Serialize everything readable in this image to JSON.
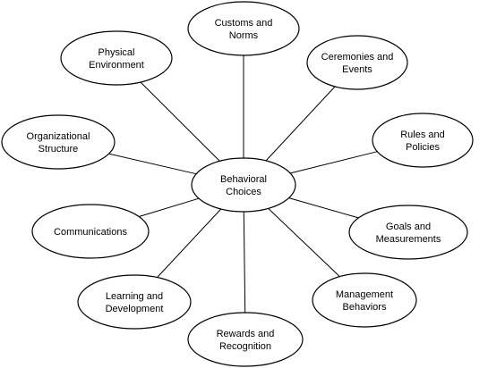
{
  "diagram": {
    "center": {
      "lines": [
        "Behavioral",
        "Choices"
      ]
    },
    "nodes": [
      {
        "id": "customs-and-norms",
        "lines": [
          "Customs and",
          "Norms"
        ]
      },
      {
        "id": "ceremonies-and-events",
        "lines": [
          "Ceremonies and",
          "Events"
        ]
      },
      {
        "id": "rules-and-policies",
        "lines": [
          "Rules and",
          "Policies"
        ]
      },
      {
        "id": "goals-and-measurements",
        "lines": [
          "Goals and",
          "Measurements"
        ]
      },
      {
        "id": "management-behaviors",
        "lines": [
          "Management",
          "Behaviors"
        ]
      },
      {
        "id": "rewards-and-recognition",
        "lines": [
          "Rewards and",
          "Recognition"
        ]
      },
      {
        "id": "learning-and-development",
        "lines": [
          "Learning and",
          "Development"
        ]
      },
      {
        "id": "communications",
        "lines": [
          "Communications"
        ]
      },
      {
        "id": "organizational-structure",
        "lines": [
          "Organizational",
          "Structure"
        ]
      },
      {
        "id": "physical-environment",
        "lines": [
          "Physical",
          "Environment"
        ]
      }
    ]
  }
}
